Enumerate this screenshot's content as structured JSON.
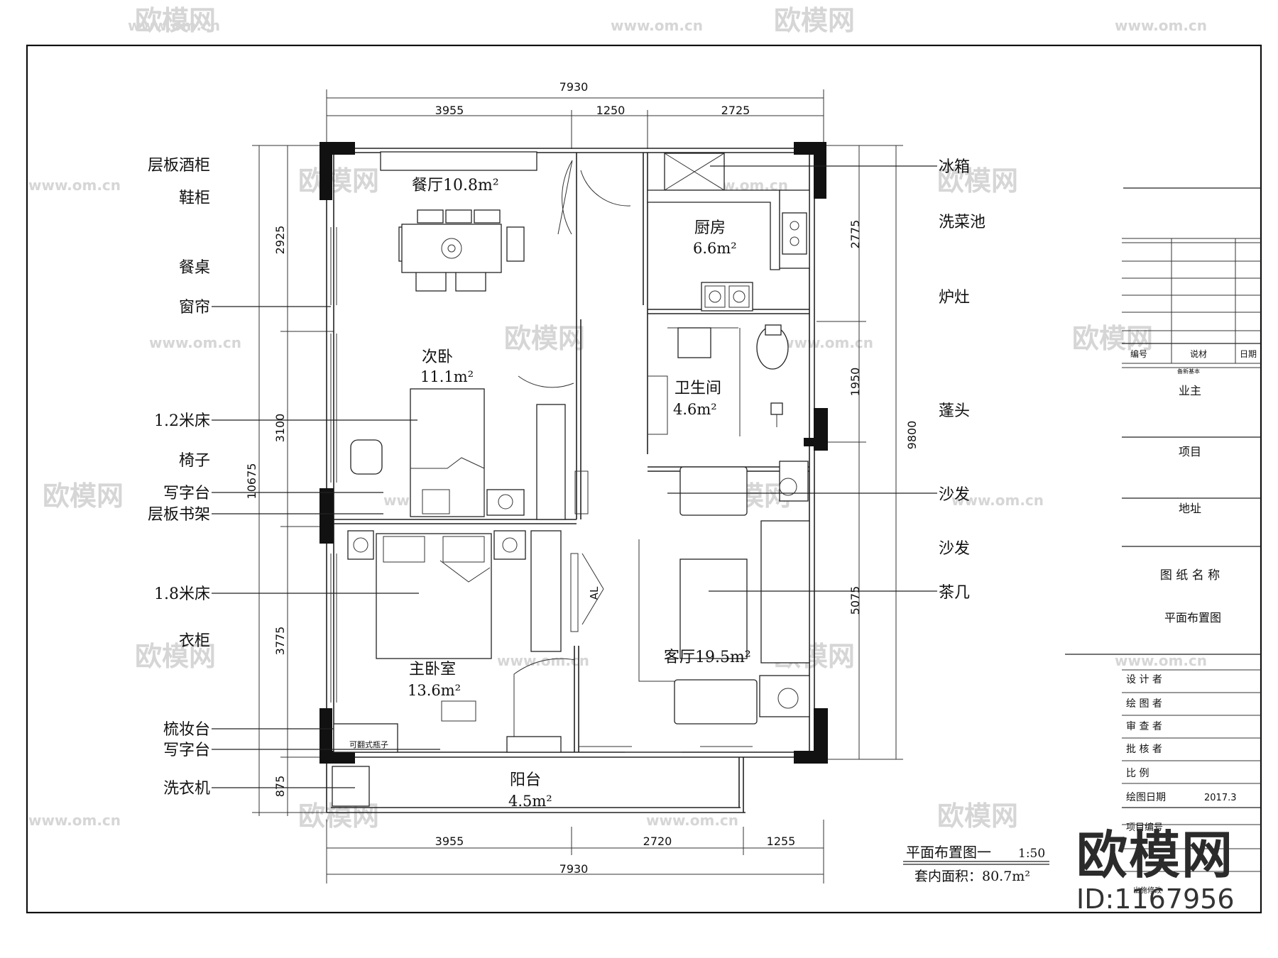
{
  "watermark": {
    "brand": "欧模网",
    "url": "www.om.cn"
  },
  "overall_dims": {
    "top_total": "7930",
    "top_segments": [
      "3955",
      "1250",
      "2725"
    ],
    "bottom_total": "7930",
    "bottom_segments": [
      "3955",
      "2720",
      "1255"
    ],
    "left_total": "10675",
    "left_segments": [
      "2925",
      "3100",
      "3775",
      "875"
    ],
    "right_total": "9800",
    "right_segments": [
      "2775",
      "1950",
      "5075"
    ]
  },
  "rooms": [
    {
      "name": "餐厅10.8m²"
    },
    {
      "name": "厨房",
      "area": "6.6m²"
    },
    {
      "name": "次卧",
      "area": "11.1m²"
    },
    {
      "name": "卫生间",
      "area": "4.6m²"
    },
    {
      "name": "主卧室",
      "area": "13.6m²"
    },
    {
      "name": "客厅19.5m²"
    },
    {
      "name": "阳台",
      "area": "4.5m²"
    }
  ],
  "left_labels": [
    "层板酒柜",
    "鞋柜",
    "餐桌",
    "窗帘",
    "1.2米床",
    "椅子",
    "写字台",
    "层板书架",
    "1.8米床",
    "衣柜",
    "梳妆台",
    "写字台",
    "洗衣机"
  ],
  "right_labels": [
    "冰箱",
    "洗菜池",
    "炉灶",
    "蓬头",
    "沙发",
    "沙发",
    "茶几"
  ],
  "fixture_labels": {
    "ac": "AL",
    "laundry": "可翻式瓶子"
  },
  "caption": {
    "title": "平面布置图一",
    "scale": "1:50",
    "area": "套内面积：80.7m²"
  },
  "title_block": {
    "row_headers": [
      "编号",
      "说材",
      "日期"
    ],
    "row_sub": "备新基本",
    "owner": "业主",
    "project": "项目",
    "address": "地址",
    "drawing_name_label": "图 纸 名 称",
    "drawing_name": "平面布置图",
    "designer": "设 计 者",
    "drafter": "绘 图 者",
    "checker": "审 查 者",
    "approver": "批 核 者",
    "scale": "比  例",
    "date_label": "绘图日期",
    "date_value": "2017.3",
    "project_no": "项目编号",
    "issue": "出施修改"
  },
  "brand_block": {
    "name": "欧模网",
    "id": "ID:1167956"
  }
}
